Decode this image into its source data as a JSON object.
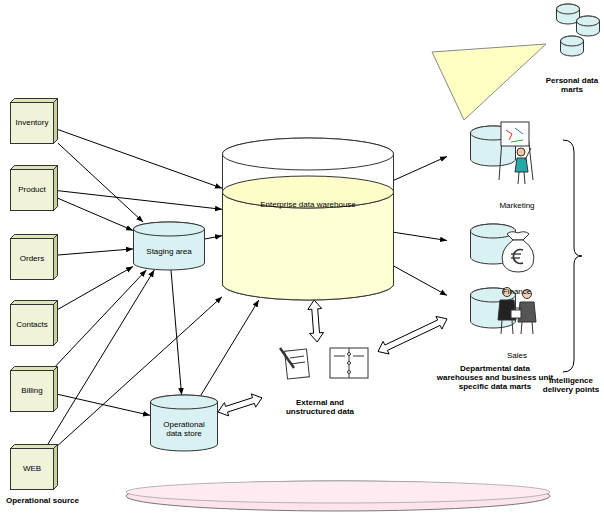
{
  "diagram": {
    "nodes": [
      {
        "text": [
          "Inventory"
        ]
      },
      {
        "text": [
          "Product"
        ]
      },
      {
        "text": [
          "Orders"
        ]
      },
      {
        "text": [
          "Contacts"
        ]
      },
      {
        "text": [
          "Billing"
        ]
      },
      {
        "text": [
          "WEB"
        ]
      },
      {
        "text": [
          "Staging area"
        ]
      },
      {
        "text": [
          "Operational data store"
        ]
      },
      {
        "text": [
          "Enterprise data warehouse"
        ]
      },
      {
        "text": [
          "External and unstructured data"
        ]
      },
      {
        "text": [
          "Personal data marts"
        ]
      },
      {
        "text": [
          "Marketing"
        ]
      },
      {
        "text": [
          "Finance"
        ]
      },
      {
        "text": [
          "Sales"
        ]
      }
    ],
    "edges": [
      {
        "from": 0,
        "to": 6,
        "arrow": "to"
      },
      {
        "from": 0,
        "to": 8,
        "arrow": "to"
      },
      {
        "from": 1,
        "to": 6,
        "arrow": "to"
      },
      {
        "from": 1,
        "to": 8,
        "arrow": "to"
      },
      {
        "from": 2,
        "to": 6,
        "arrow": "to"
      },
      {
        "from": 3,
        "to": 6,
        "arrow": "to"
      },
      {
        "from": 4,
        "to": 6,
        "arrow": "to"
      },
      {
        "from": 4,
        "to": 7,
        "arrow": "to"
      },
      {
        "from": 5,
        "to": 6,
        "arrow": "to"
      },
      {
        "from": 5,
        "to": 8,
        "arrow": "to"
      },
      {
        "from": 6,
        "to": 8,
        "arrow": "to"
      },
      {
        "from": 6,
        "to": 7,
        "arrow": "to"
      },
      {
        "from": 7,
        "to": 8,
        "arrow": "to"
      },
      {
        "from": 8,
        "to": 11,
        "arrow": "to"
      },
      {
        "from": 8,
        "to": 12,
        "arrow": "to"
      },
      {
        "from": 8,
        "to": 13,
        "arrow": "to"
      },
      {
        "from": 9,
        "to": 8,
        "arrow": "both"
      },
      {
        "from": 9,
        "to": 7,
        "arrow": "both"
      },
      {
        "from": 9,
        "to": 13,
        "arrow": "both"
      }
    ],
    "labels": [
      "Departmental data warehouses and business unit specific data marts",
      "Intelligence delivery points",
      "Operational source"
    ]
  }
}
